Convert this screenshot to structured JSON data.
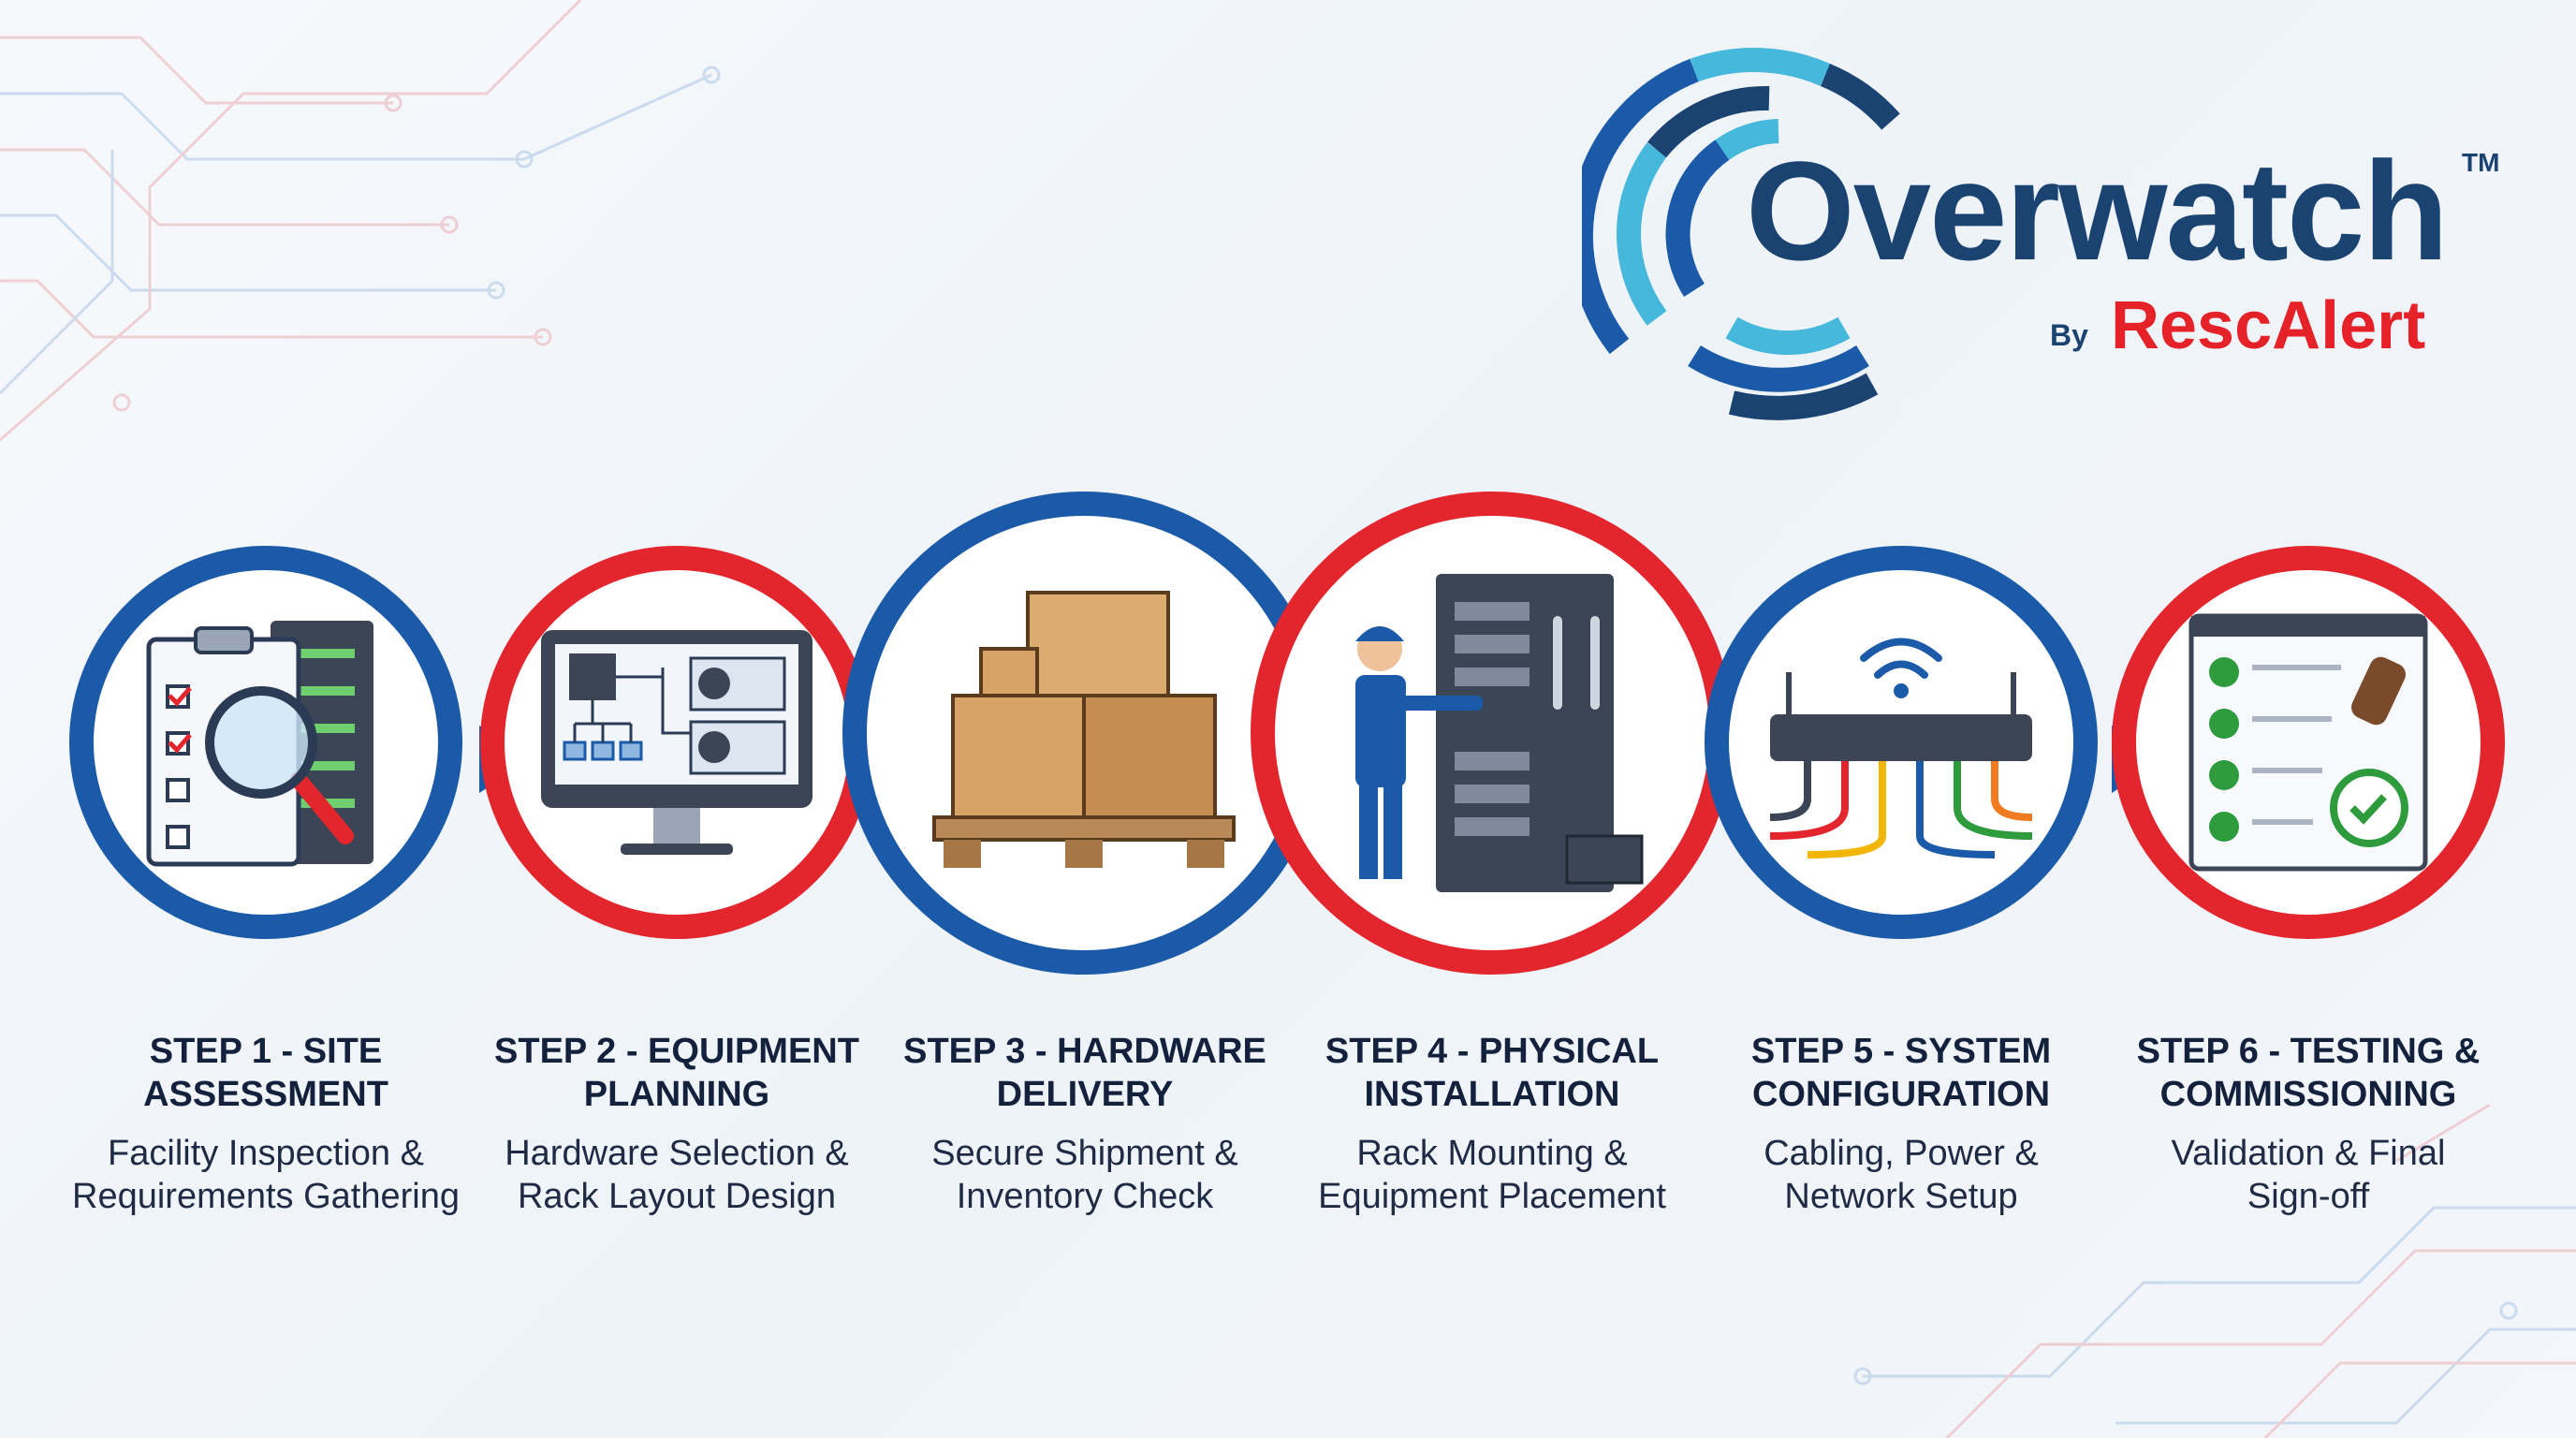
{
  "logo": {
    "word": "Overwatch",
    "tm": "TM",
    "by": "By",
    "brand": "RescAlert"
  },
  "colors": {
    "blue": "#1a5aa8",
    "red": "#e3262d",
    "navy": "#1a4372",
    "text": "#14213d"
  },
  "steps": [
    {
      "title_1": "STEP 1 - SITE",
      "title_2": "ASSESSMENT",
      "desc_1": "Facility Inspection &",
      "desc_2": "Requirements Gathering",
      "ring_color": "blue",
      "icon": "clipboard-magnifier-icon"
    },
    {
      "title_1": "STEP 2 - EQUIPMENT",
      "title_2": "PLANNING",
      "desc_1": "Hardware Selection &",
      "desc_2": "Rack Layout Design",
      "ring_color": "red",
      "icon": "monitor-diagram-icon"
    },
    {
      "title_1": "STEP 3 - HARDWARE",
      "title_2": "DELIVERY",
      "desc_1": "Secure Shipment &",
      "desc_2": "Inventory Check",
      "ring_color": "blue",
      "icon": "boxes-pallet-icon"
    },
    {
      "title_1": "STEP 4 - PHYSICAL",
      "title_2": "INSTALLATION",
      "desc_1": "Rack Mounting &",
      "desc_2": "Equipment Placement",
      "ring_color": "red",
      "icon": "technician-rack-icon"
    },
    {
      "title_1": "STEP 5 - SYSTEM",
      "title_2": "CONFIGURATION",
      "desc_1": "Cabling, Power &",
      "desc_2": "Network Setup",
      "ring_color": "blue",
      "icon": "network-switch-icon"
    },
    {
      "title_1": "STEP 6 - TESTING &",
      "title_2": "COMMISSIONING",
      "desc_1": "Validation & Final",
      "desc_2": "Sign-off",
      "ring_color": "red",
      "icon": "checklist-stamp-icon"
    }
  ]
}
